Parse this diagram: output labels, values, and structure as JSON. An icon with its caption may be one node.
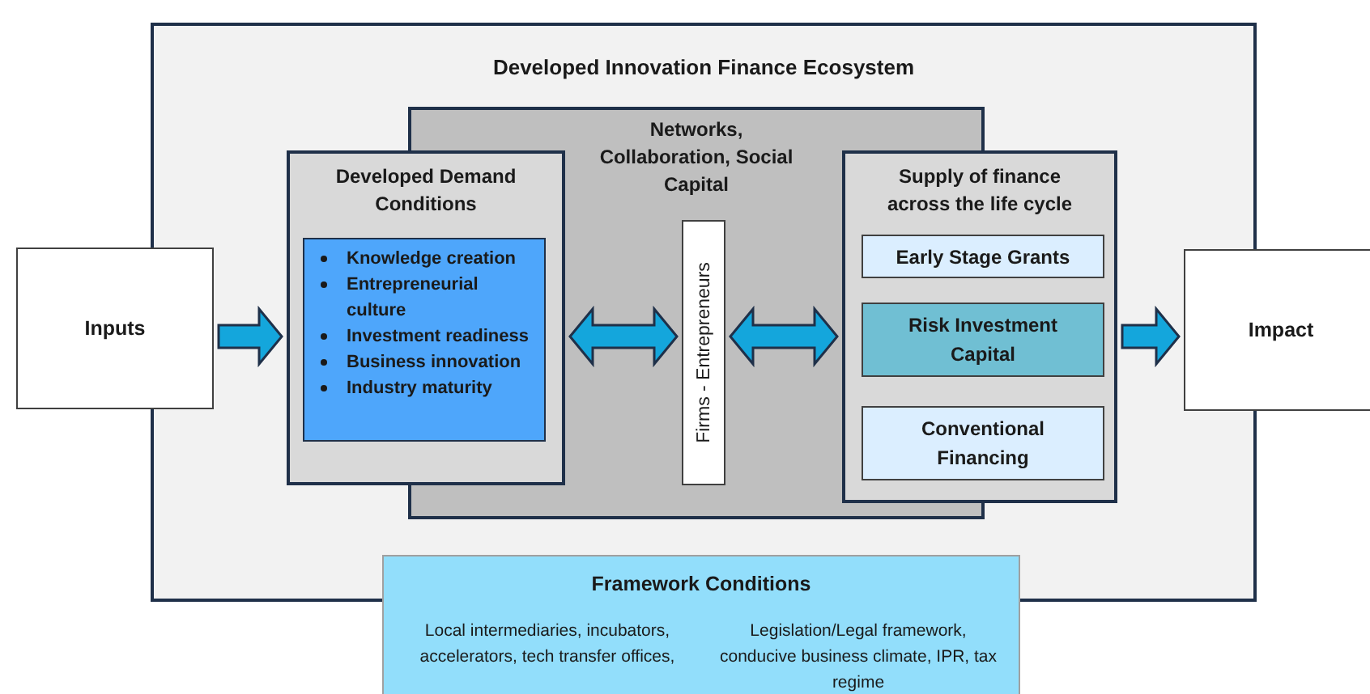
{
  "diagram": {
    "nodes": [
      {
        "text": [
          "Developed Innovation Finance Ecosystem"
        ]
      },
      {
        "text": [
          "Networks, Collaboration, Social Capital"
        ],
        "in": 0
      },
      {
        "text": [
          "Developed Demand Conditions"
        ],
        "in": 0
      },
      {
        "text": [
          "Knowledge creation",
          "Entrepreneurial culture",
          "Investment readiness",
          "Business innovation",
          "Industry maturity"
        ],
        "in": 2
      },
      {
        "text": [
          "Firms - Entrepreneurs"
        ],
        "in": 1
      },
      {
        "text": [
          "Supply of finance across the life cycle"
        ],
        "in": 0
      },
      {
        "text": [
          "Early Stage Grants"
        ],
        "in": 5
      },
      {
        "text": [
          "Risk Investment Capital"
        ],
        "in": 5
      },
      {
        "text": [
          "Conventional Financing"
        ],
        "in": 5
      },
      {
        "text": [
          "Inputs"
        ]
      },
      {
        "text": [
          "Impact"
        ]
      },
      {
        "text": [
          "Framework Conditions",
          "Local intermediaries, incubators, accelerators, tech transfer offices,",
          "Legislation/Legal framework, conducive business climate, IPR, tax regime"
        ]
      }
    ],
    "edges": [
      {
        "from": 9,
        "to": 2,
        "arrow": "to"
      },
      {
        "from": 2,
        "to": 4,
        "arrow": "both"
      },
      {
        "from": 4,
        "to": 5,
        "arrow": "both"
      },
      {
        "from": 5,
        "to": 10,
        "arrow": "to"
      }
    ]
  }
}
